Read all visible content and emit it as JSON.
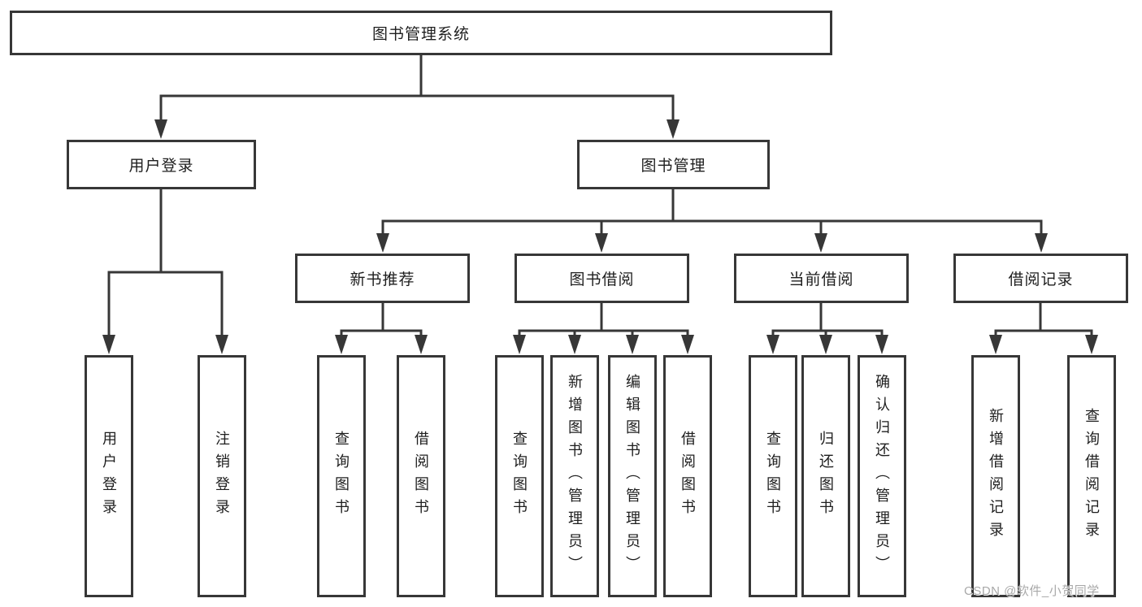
{
  "diagram": {
    "root": {
      "label": "图书管理系统"
    },
    "branches": {
      "user_login": {
        "label": "用户登录"
      },
      "book_mgmt": {
        "label": "图书管理"
      }
    },
    "modules": {
      "new_book": {
        "label": "新书推荐"
      },
      "borrow": {
        "label": "图书借阅"
      },
      "current": {
        "label": "当前借阅"
      },
      "record": {
        "label": "借阅记录"
      }
    },
    "leaves": {
      "login": {
        "label": "用户登录"
      },
      "logout": {
        "label": "注销登录"
      },
      "nb_query": {
        "label": "查询图书"
      },
      "nb_borrow": {
        "label": "借阅图书"
      },
      "bb_query": {
        "label": "查询图书"
      },
      "bb_add": {
        "label": "新增图书（管理员）"
      },
      "bb_edit": {
        "label": "编辑图书（管理员）"
      },
      "bb_borrow": {
        "label": "借阅图书"
      },
      "cb_query": {
        "label": "查询图书"
      },
      "cb_return": {
        "label": "归还图书"
      },
      "cb_confirm": {
        "label": "确认归还（管理员）"
      },
      "rec_add": {
        "label": "新增借阅记录"
      },
      "rec_query": {
        "label": "查询借阅记录"
      }
    }
  },
  "watermark": {
    "text": "CSDN @软件_小贺同学"
  },
  "colors": {
    "line": "#373737",
    "text": "#1e1e1e",
    "watermark": "#a9a9a9",
    "background": "#ffffff"
  }
}
